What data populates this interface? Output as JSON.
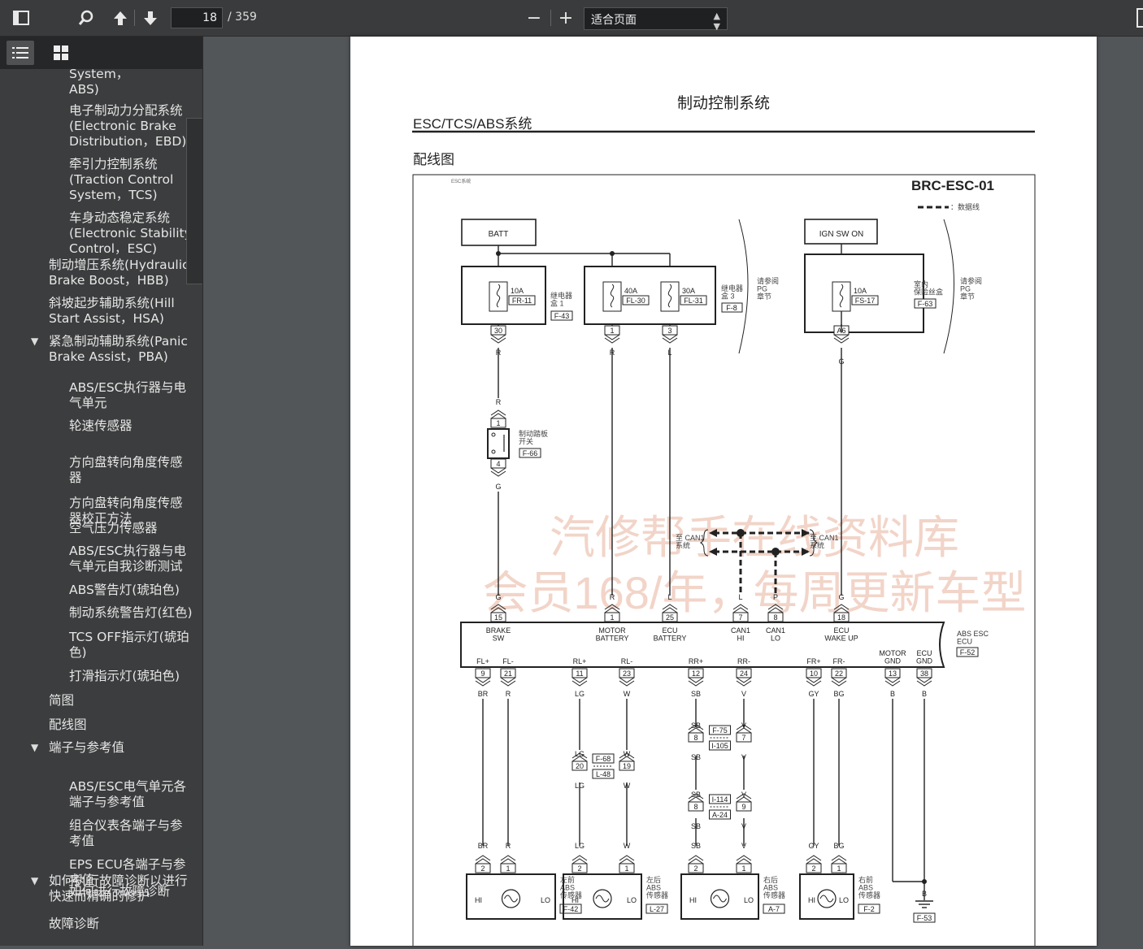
{
  "toolbar": {
    "page_current": "18",
    "page_total": "/ 359",
    "zoom": "适合页面",
    "zoom_out": "−",
    "zoom_in": "+"
  },
  "outline": [
    {
      "text": "Lock Brake System，\nABS)",
      "indent": 2
    },
    {
      "text": "电子制动力分配系统\n(Electronic Brake\nDistribution，EBD)",
      "indent": 2
    },
    {
      "text": "牵引力控制系统\n(Traction Control\nSystem，TCS)",
      "indent": 2
    },
    {
      "text": "车身动态稳定系统\n(Electronic Stability\nControl，ESC)",
      "indent": 2
    },
    {
      "text": "制动增压系统(Hydraulic\nBrake Boost，HBB)",
      "indent": 1
    },
    {
      "text": "斜坡起步辅助系统(Hill\nStart Assist，HSA)",
      "indent": 1
    },
    {
      "text": "紧急制动辅助系统(Panic\nBrake Assist，PBA)",
      "indent": 1,
      "expanded": true
    },
    {
      "text": "ABS/ESC执行器与电\n气单元",
      "indent": 2
    },
    {
      "text": "轮速传感器",
      "indent": 2
    },
    {
      "text": "方向盘转向角度传感\n器",
      "indent": 2
    },
    {
      "text": "方向盘转向角度传感\n器校正方法",
      "indent": 2
    },
    {
      "text": "空气压力传感器",
      "indent": 2
    },
    {
      "text": "ABS/ESC执行器与电\n气单元自我诊断测试",
      "indent": 2
    },
    {
      "text": "ABS警告灯(琥珀色)",
      "indent": 2
    },
    {
      "text": "制动系统警告灯(红色)",
      "indent": 2
    },
    {
      "text": "TCS OFF指示灯(琥珀\n色)",
      "indent": 2
    },
    {
      "text": "打滑指示灯(琥珀色)",
      "indent": 2
    },
    {
      "text": "简图",
      "indent": 1
    },
    {
      "text": "配线图",
      "indent": 1
    },
    {
      "text": "端子与参考值",
      "indent": 1,
      "expanded": true
    },
    {
      "text": "ABS/ESC电气单元各\n端子与参考值",
      "indent": 2
    },
    {
      "text": "组合仪表各端子与参\n考值",
      "indent": 2
    },
    {
      "text": "EPS ECU各端子与参\n考值",
      "indent": 2
    },
    {
      "text": "如何进行故障诊断",
      "indent": 2
    },
    {
      "text": "故障诊断",
      "indent": 1
    },
    {
      "text": "如何执行故障诊断以进行\n快速而精确的修护",
      "indent": 1,
      "expanded": true
    }
  ],
  "page": {
    "header_title": "制动控制系统",
    "section": "ESC/TCS/ABS系统",
    "subsection": "配线图",
    "diagram": {
      "small_label": "ESC系统",
      "code": "BRC-ESC-01",
      "legend": "：数据线",
      "batt": "BATT",
      "ign": "IGN SW ON",
      "fuses": [
        {
          "amp": "10A",
          "id": "FR-11"
        },
        {
          "amp": "40A",
          "id": "FL-30"
        },
        {
          "amp": "30A",
          "id": "FL-31"
        },
        {
          "amp": "10A",
          "id": "FS-17"
        }
      ],
      "relay_box1": "继电器\n盒 1",
      "relay_box1_conn": "F-43",
      "relay_box3": "继电器\n盒 3",
      "relay_box3_conn": "F-8",
      "ref_pg": "请参阅\nPG\n章节",
      "cabin_box": "室内\n保险丝盒",
      "cabin_conn": "F-63",
      "brake_switch": "制动踏板\n开关",
      "brake_switch_conn": "F-66",
      "can_left": "至 CAN1\n系统",
      "can_right": "至 CAN1\n系统",
      "watermark1": "汽修帮手在线资料库",
      "watermark2": "会员168/年，每周更新车型",
      "ecu_name": "ABS ESC\nECU",
      "ecu_conn": "F-52",
      "top_pins": [
        {
          "pin": "15",
          "label": "BRAKE\nSW",
          "wire": "G"
        },
        {
          "pin": "1",
          "label": "MOTOR\nBATTERY",
          "wire": "R"
        },
        {
          "pin": "25",
          "label": "ECU\nBATTERY",
          "wire": "L"
        },
        {
          "pin": "7",
          "label": "CAN1\nHI",
          "wire": "L"
        },
        {
          "pin": "8",
          "label": "CAN1\nLO",
          "wire": "P"
        },
        {
          "pin": "18",
          "label": "ECU\nWAKE UP",
          "wire": "G"
        }
      ],
      "bottom_pins": [
        {
          "pin": "9",
          "label": "FL+",
          "wire": "BR"
        },
        {
          "pin": "21",
          "label": "FL-",
          "wire": "R"
        },
        {
          "pin": "11",
          "label": "RL+",
          "wire": "LG"
        },
        {
          "pin": "23",
          "label": "RL-",
          "wire": "W"
        },
        {
          "pin": "12",
          "label": "RR+",
          "wire": "SB"
        },
        {
          "pin": "24",
          "label": "RR-",
          "wire": "V"
        },
        {
          "pin": "10",
          "label": "FR+",
          "wire": "GY"
        },
        {
          "pin": "22",
          "label": "FR-",
          "wire": "BG"
        },
        {
          "pin": "13",
          "label": "MOTOR\nGND",
          "wire": "B"
        },
        {
          "pin": "38",
          "label": "ECU\nGND",
          "wire": "B"
        }
      ],
      "connectors_mid": [
        {
          "a": "F-68",
          "b": "L-48",
          "pins": [
            "20",
            "19"
          ]
        },
        {
          "a": "F-75",
          "b": "I-105",
          "pins": [
            "8",
            "7"
          ]
        },
        {
          "a": "I-114",
          "b": "A-24",
          "pins": [
            "8",
            "9"
          ]
        }
      ],
      "sensors": [
        {
          "name": "左前\nABS\n传感器",
          "conn": "F-42"
        },
        {
          "name": "左后\nABS\n传感器",
          "conn": "L-27"
        },
        {
          "name": "右后\nABS\n传感器",
          "conn": "A-7"
        },
        {
          "name": "右前\nABS\n传感器",
          "conn": "F-2"
        }
      ],
      "ground_conn": "F-53",
      "fuse_pins": [
        "30",
        "1",
        "3",
        "A6"
      ],
      "hi": "HI",
      "lo": "LO"
    }
  }
}
